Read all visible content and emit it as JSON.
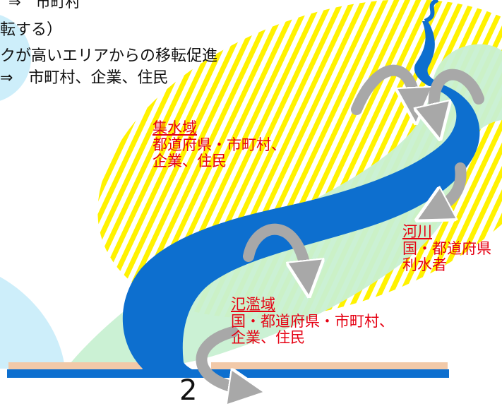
{
  "header_lines": {
    "line0": "⇒　市町村",
    "line1": "転する）",
    "line2": "クが高いエリアからの移転促進",
    "line3": "⇒　市町村、企業、住民"
  },
  "zones": {
    "catchment": {
      "title": "集水域",
      "line1": "都道府県・市町村、",
      "line2": "企業、住民"
    },
    "river": {
      "title": "河川",
      "line1": "国・都道府県",
      "line2": "利水者"
    },
    "floodplain": {
      "title": "氾濫域",
      "line1": "国・都道府県・市町村、",
      "line2": "企業、住民"
    }
  },
  "page_number": "2",
  "colors": {
    "hatch_yellow": "#fff200",
    "light_green": "#c8f0d2",
    "light_blue": "#cdeefa",
    "river_blue": "#0d6fcf",
    "arrow_gray": "#a8a8a8",
    "ground_tan": "#f2c9a8",
    "text_red": "#e60012"
  },
  "icons": {
    "curved_arrows": "curved-arrow-icon"
  }
}
